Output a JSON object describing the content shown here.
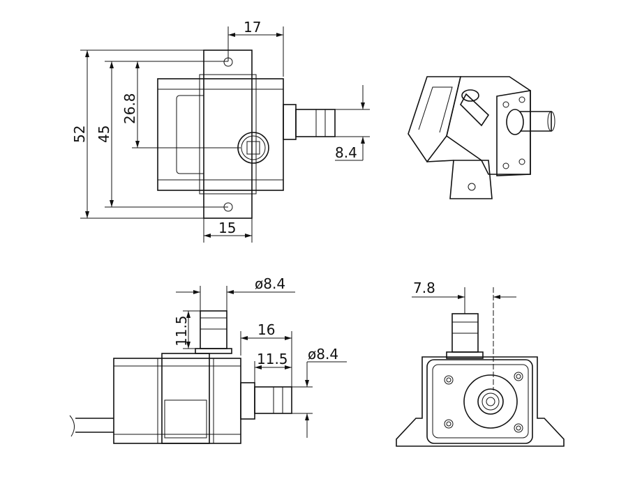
{
  "title": "Water pump dimension drawing",
  "views": {
    "front": {
      "dim_top": "17",
      "dim_overall_height": "52",
      "dim_mount_spacing": "45",
      "dim_outlet_offset": "26.8",
      "dim_outlet_diameter": "8.4",
      "dim_flange_width": "15"
    },
    "isometric": {},
    "side": {
      "dim_top_nozzle_diameter": "ø8.4",
      "dim_top_nozzle_length": "11.5",
      "dim_outlet_total": "16",
      "dim_outlet_length": "11.5",
      "dim_outlet_diameter": "ø8.4"
    },
    "rear": {
      "dim_nozzle_offset": "7.8"
    }
  }
}
